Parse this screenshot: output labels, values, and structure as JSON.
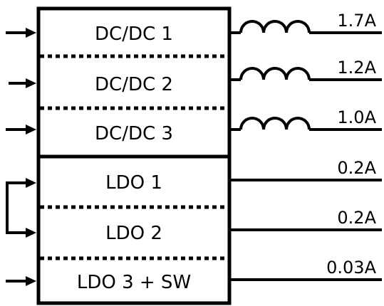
{
  "colors": {
    "line": "#000000",
    "background": "#ffffff"
  },
  "blocks": [
    {
      "label": "DC/DC 1",
      "current": "1.7A",
      "inductor": true
    },
    {
      "label": "DC/DC 2",
      "current": "1.2A",
      "inductor": true
    },
    {
      "label": "DC/DC 3",
      "current": "1.0A",
      "inductor": true
    },
    {
      "label": "LDO 1",
      "current": "0.2A",
      "inductor": false
    },
    {
      "label": "LDO 2",
      "current": "0.2A",
      "inductor": false
    },
    {
      "label": "LDO 3 + SW",
      "current": "0.03A",
      "inductor": false
    }
  ]
}
